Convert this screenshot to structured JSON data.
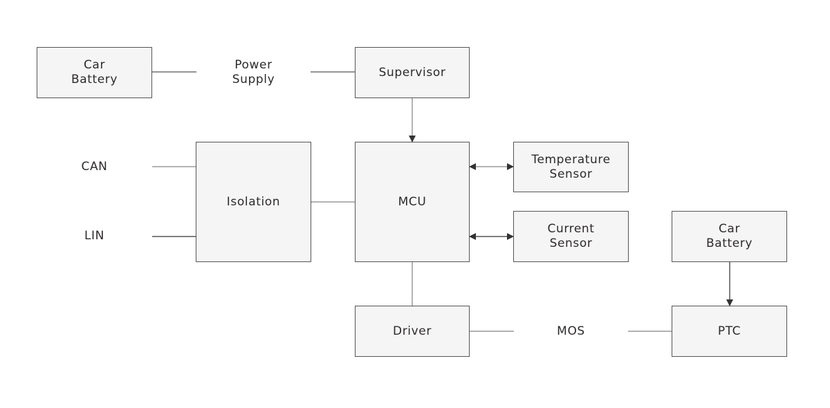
{
  "diagram": {
    "nodes": {
      "car_battery_top": "Car\nBattery",
      "power_supply": "Power\nSupply",
      "supervisor": "Supervisor",
      "can": "CAN",
      "lin": "LIN",
      "isolation": "Isolation",
      "mcu": "MCU",
      "temperature_sensor": "Temperature\nSensor",
      "current_sensor": "Current\nSensor",
      "car_battery_right": "Car\nBattery",
      "driver": "Driver",
      "mos": "MOS",
      "ptc": "PTC"
    },
    "edges": [
      {
        "from": "car_battery_top",
        "to": "power_supply",
        "type": "line"
      },
      {
        "from": "power_supply",
        "to": "supervisor",
        "type": "line"
      },
      {
        "from": "supervisor",
        "to": "mcu",
        "type": "arrow"
      },
      {
        "from": "can",
        "to": "isolation",
        "type": "line"
      },
      {
        "from": "lin",
        "to": "isolation",
        "type": "line"
      },
      {
        "from": "isolation",
        "to": "mcu",
        "type": "line"
      },
      {
        "from": "mcu",
        "to": "temperature_sensor",
        "type": "bidirectional"
      },
      {
        "from": "mcu",
        "to": "current_sensor",
        "type": "bidirectional"
      },
      {
        "from": "mcu",
        "to": "driver",
        "type": "line"
      },
      {
        "from": "driver",
        "to": "mos",
        "type": "line"
      },
      {
        "from": "mos",
        "to": "ptc",
        "type": "line"
      },
      {
        "from": "car_battery_right",
        "to": "ptc",
        "type": "arrow"
      }
    ],
    "colors": {
      "box_fill": "#f5f5f5",
      "box_border": "#555555",
      "line_light": "#9a9a9a",
      "line_dark": "#333333"
    }
  }
}
